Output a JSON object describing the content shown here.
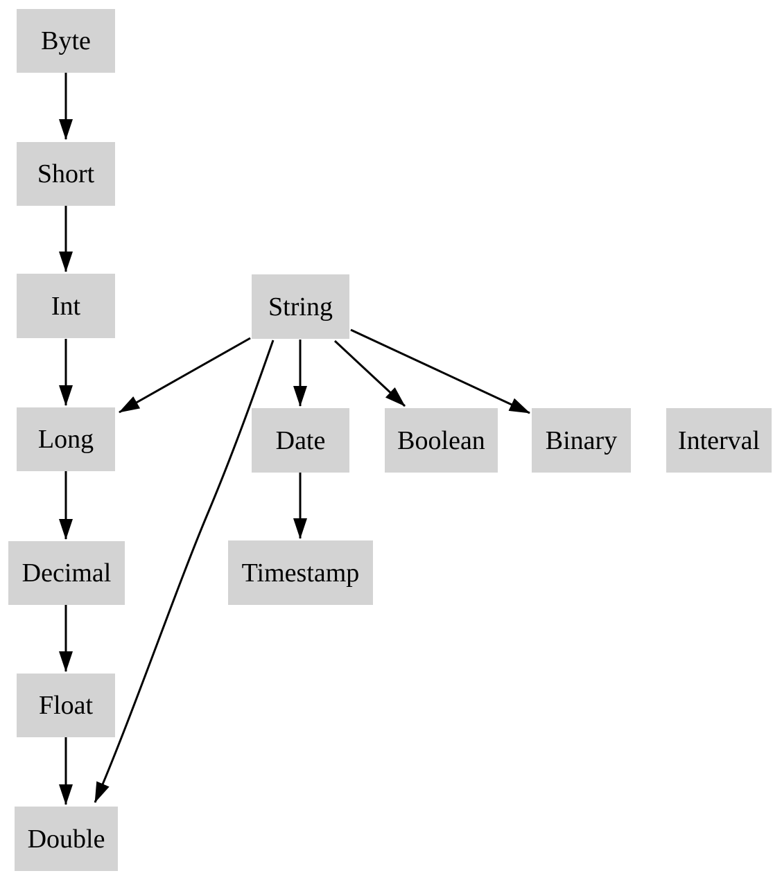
{
  "diagram": {
    "type": "directed-graph",
    "description": "Type promotion hierarchy diagram",
    "colors": {
      "node_fill": "#d3d3d3",
      "edge_color": "#000000",
      "text_color": "#000000",
      "background": "#ffffff"
    },
    "nodes": [
      {
        "id": "byte",
        "label": "Byte"
      },
      {
        "id": "short",
        "label": "Short"
      },
      {
        "id": "int",
        "label": "Int"
      },
      {
        "id": "long",
        "label": "Long"
      },
      {
        "id": "decimal",
        "label": "Decimal"
      },
      {
        "id": "float",
        "label": "Float"
      },
      {
        "id": "double",
        "label": "Double"
      },
      {
        "id": "string",
        "label": "String"
      },
      {
        "id": "date",
        "label": "Date"
      },
      {
        "id": "boolean",
        "label": "Boolean"
      },
      {
        "id": "binary",
        "label": "Binary"
      },
      {
        "id": "interval",
        "label": "Interval"
      },
      {
        "id": "timestamp",
        "label": "Timestamp"
      }
    ],
    "edges": [
      {
        "from": "Byte",
        "to": "Short"
      },
      {
        "from": "Short",
        "to": "Int"
      },
      {
        "from": "Int",
        "to": "Long"
      },
      {
        "from": "Long",
        "to": "Decimal"
      },
      {
        "from": "Decimal",
        "to": "Float"
      },
      {
        "from": "Float",
        "to": "Double"
      },
      {
        "from": "String",
        "to": "Long"
      },
      {
        "from": "String",
        "to": "Date"
      },
      {
        "from": "String",
        "to": "Boolean"
      },
      {
        "from": "String",
        "to": "Binary"
      },
      {
        "from": "String",
        "to": "Double"
      },
      {
        "from": "Date",
        "to": "Timestamp"
      }
    ]
  }
}
